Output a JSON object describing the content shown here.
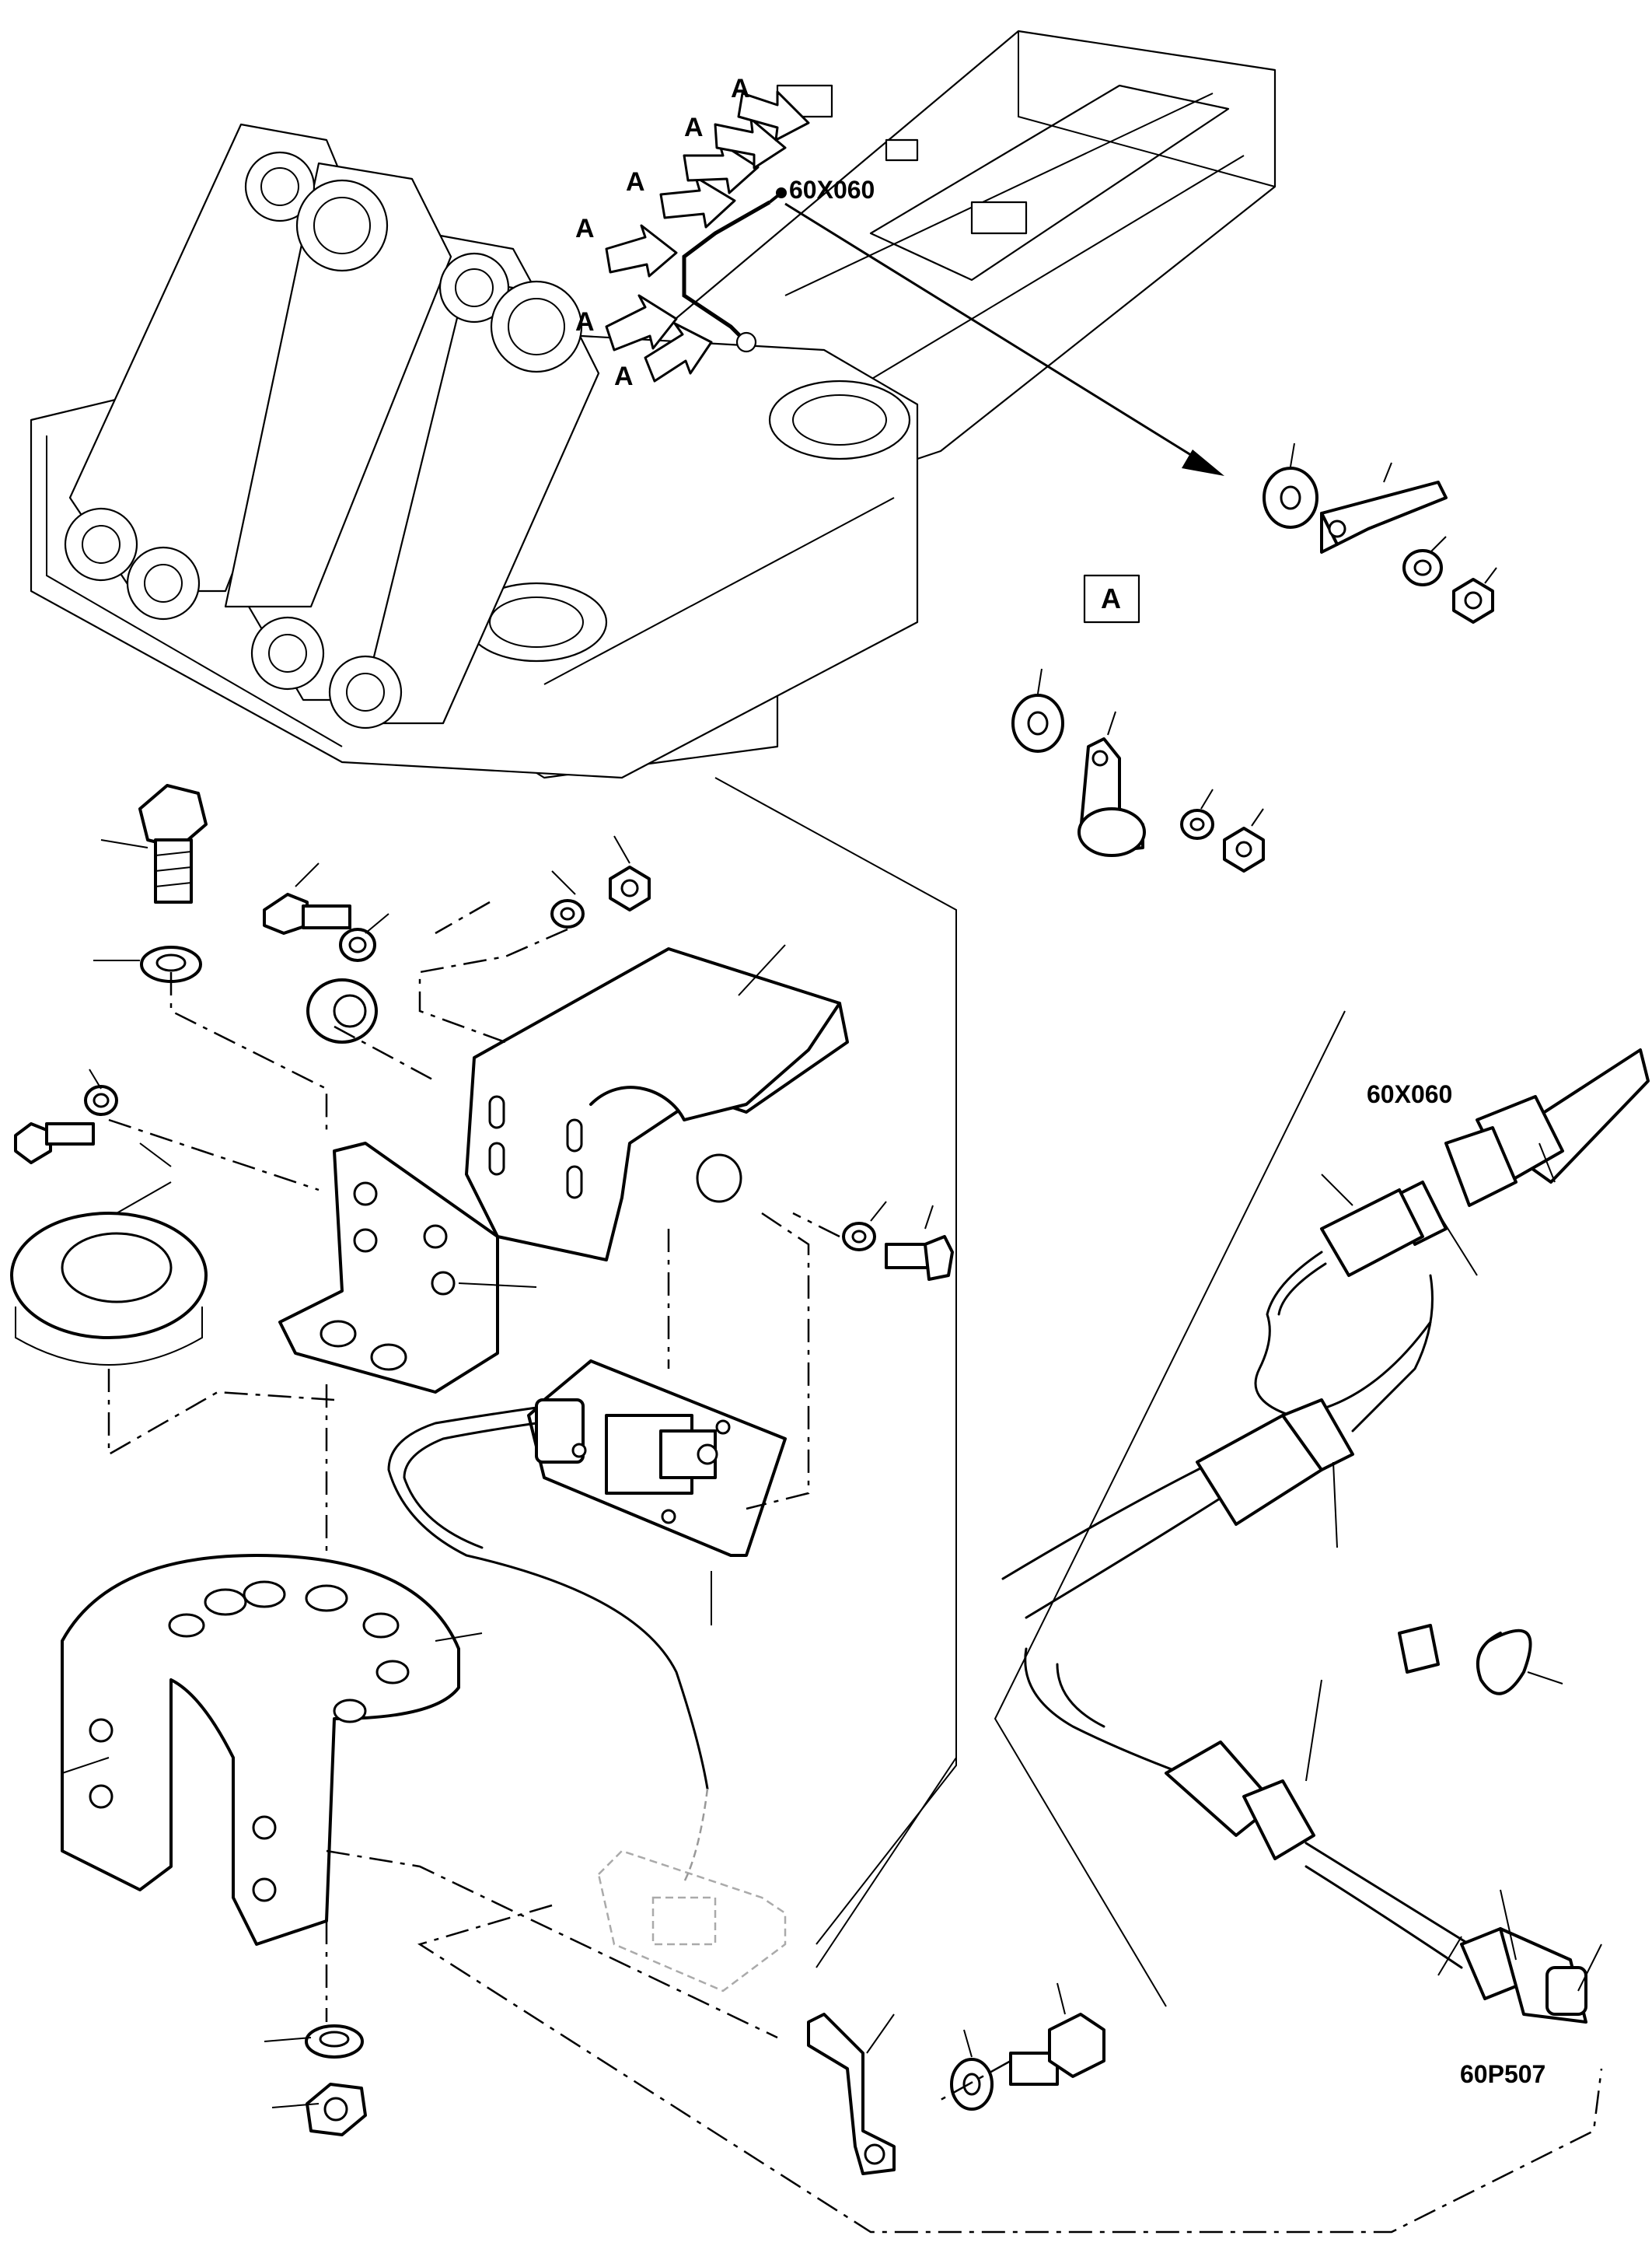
{
  "diagram": {
    "view_label_letter": "A",
    "detail_box_label": "A",
    "connector_labels": {
      "frame_connector": "60X060",
      "detail_connector": "60X060",
      "sensor_connector": "60P507"
    }
  }
}
